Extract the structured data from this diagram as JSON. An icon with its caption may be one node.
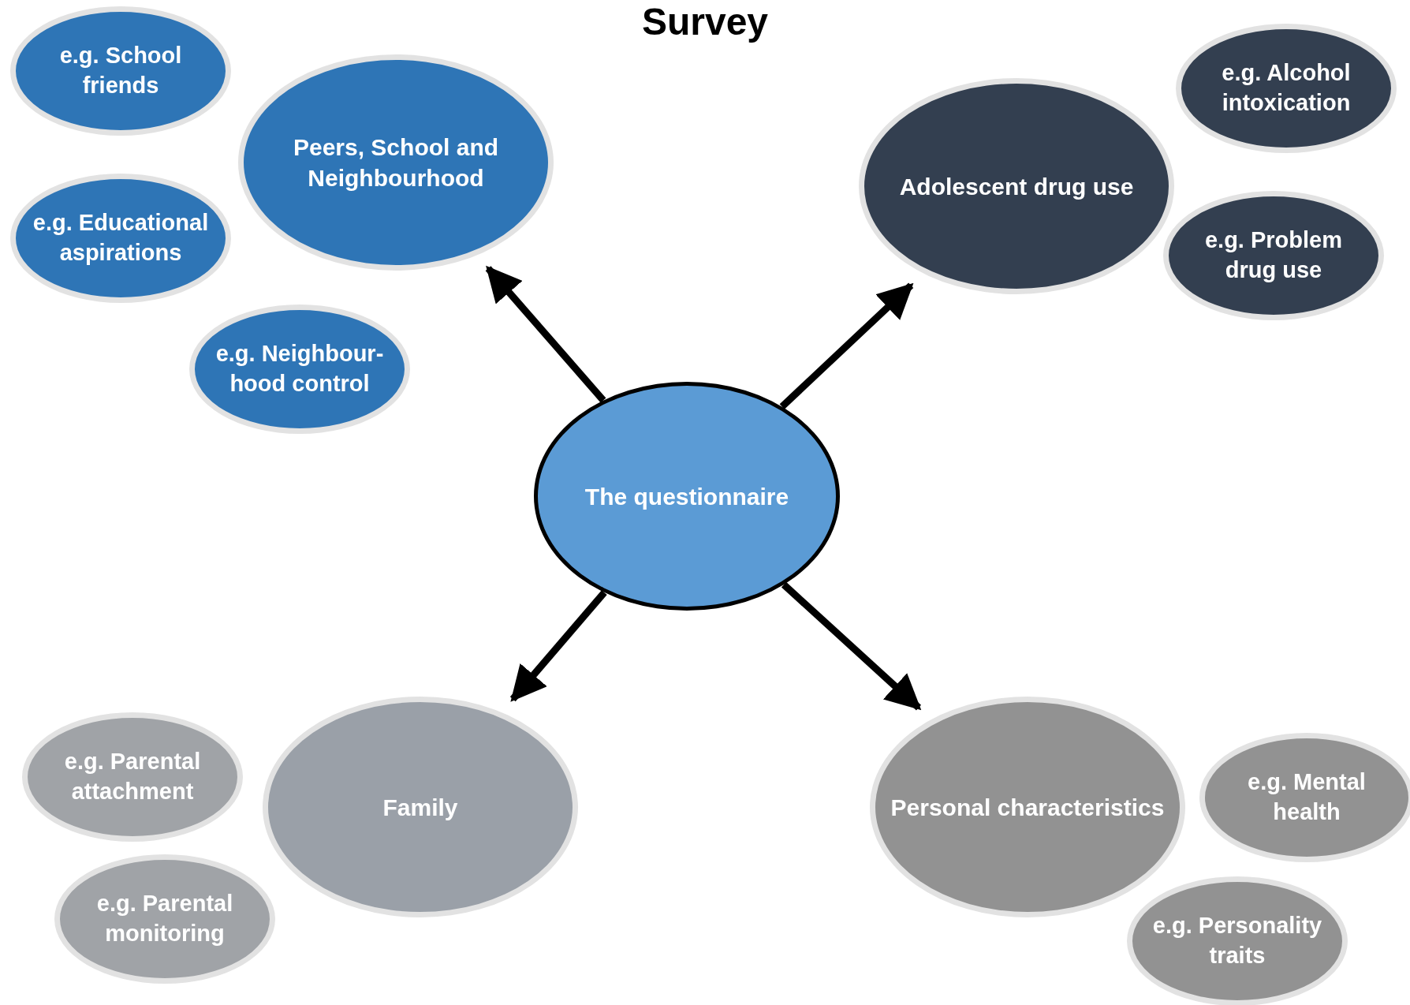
{
  "diagram": {
    "title": "Survey",
    "nodes": [
      {
        "text": [
          "The questionnaire"
        ]
      },
      {
        "text": [
          "Peers, School and Neighbourhood"
        ]
      },
      {
        "text": [
          "Adolescent drug use"
        ]
      },
      {
        "text": [
          "Family"
        ]
      },
      {
        "text": [
          "Personal characteristics"
        ]
      },
      {
        "text": [
          "e.g. School friends"
        ]
      },
      {
        "text": [
          "e.g. Educational aspirations"
        ]
      },
      {
        "text": [
          "e.g. Neighbour-hood control"
        ]
      },
      {
        "text": [
          "e.g. Alcohol intoxication"
        ]
      },
      {
        "text": [
          "e.g. Problem drug use"
        ]
      },
      {
        "text": [
          "e.g. Parental attachment"
        ]
      },
      {
        "text": [
          "e.g. Parental monitoring"
        ]
      },
      {
        "text": [
          "e.g. Mental health"
        ]
      },
      {
        "text": [
          "e.g. Personality traits"
        ]
      }
    ],
    "edges": [
      {
        "from": 0,
        "to": 1,
        "arrow": "to"
      },
      {
        "from": 0,
        "to": 2,
        "arrow": "to"
      },
      {
        "from": 0,
        "to": 3,
        "arrow": "to"
      },
      {
        "from": 0,
        "to": 4,
        "arrow": "to"
      }
    ]
  }
}
